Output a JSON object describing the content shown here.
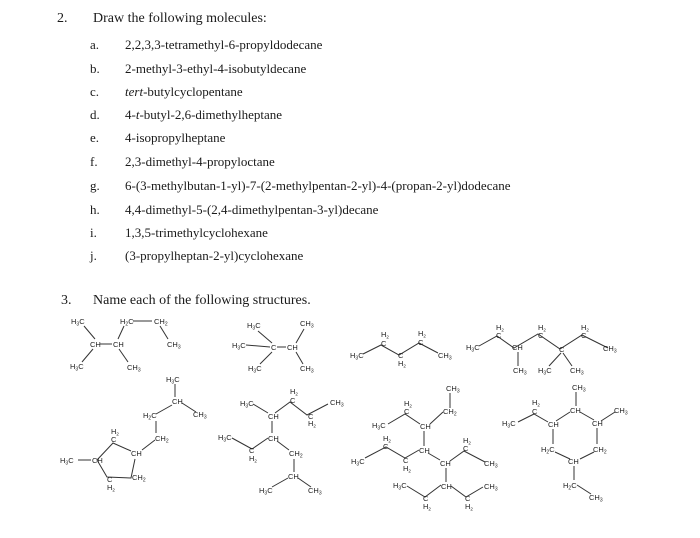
{
  "question2": {
    "number": "2.",
    "title": "Draw the following molecules:",
    "items": [
      {
        "label": "a.",
        "text": "2,2,3,3-tetramethyl-6-propyldodecane"
      },
      {
        "label": "b.",
        "text": "2-methyl-3-ethyl-4-isobutyldecane"
      },
      {
        "label": "c.",
        "text_italic": "tert",
        "text": "-butylcyclopentane"
      },
      {
        "label": "d.",
        "text_prefix": "4-",
        "text_italic": "t",
        "text": "-butyl-2,6-dimethylheptane"
      },
      {
        "label": "e.",
        "text": "4-isopropylheptane"
      },
      {
        "label": "f.",
        "text": "2,3-dimethyl-4-propyloctane"
      },
      {
        "label": "g.",
        "text": "6-(3-methylbutan-1-yl)-7-(2-methylpentan-2-yl)-4-(propan-2-yl)dodecane"
      },
      {
        "label": "h.",
        "text": "4,4-dimethyl-5-(2,4-dimethylpentan-3-yl)decane"
      },
      {
        "label": "i.",
        "text": "1,3,5-trimethylcyclohexane"
      },
      {
        "label": "j.",
        "text": "(3-propylheptan-2-yl)cyclohexane"
      }
    ]
  },
  "question3": {
    "number": "3.",
    "title": "Name each of the following structures.",
    "structures": [
      {
        "id": "s1",
        "description": "2,3-dimethylpentane condensed structure",
        "labels": [
          "H3C",
          "H2C",
          "CH2",
          "CH",
          "CH",
          "CH3",
          "H3C",
          "CH3"
        ]
      },
      {
        "id": "s2",
        "description": "2,2,3-trimethylbutane",
        "labels": [
          "H3C",
          "CH3",
          "H3C",
          "C",
          "CH",
          "H3C",
          "CH3"
        ]
      },
      {
        "id": "s3",
        "description": "pentane",
        "labels": [
          "H3C",
          "H2",
          "C",
          "C",
          "H2",
          "H2",
          "C",
          "CH3"
        ]
      },
      {
        "id": "s4",
        "description": "branched heptane with quaternary carbon",
        "labels": [
          "H3C",
          "H2",
          "C",
          "CH",
          "CH3",
          "H2",
          "C",
          "C",
          "H3C",
          "CH3",
          "H2",
          "C",
          "CH3"
        ]
      },
      {
        "id": "s5",
        "description": "substituted cyclopentane with isobutyl",
        "labels": [
          "H3C",
          "CH",
          "CH3",
          "H2C",
          "CH2",
          "H2",
          "C",
          "CH",
          "H3C",
          "CH",
          "CH2",
          "C",
          "H2"
        ]
      },
      {
        "id": "s6",
        "description": "branched alkane",
        "labels": [
          "H3C",
          "H2",
          "C",
          "CH3",
          "CH",
          "C",
          "H2",
          "H3C",
          "CH",
          "C",
          "H2",
          "CH2",
          "CH",
          "H3C",
          "CH3"
        ]
      },
      {
        "id": "s7",
        "description": "highly branched alkane",
        "labels": [
          "CH3",
          "H2",
          "C",
          "CH2",
          "H3C",
          "CH",
          "H2",
          "C",
          "CH",
          "H2",
          "C",
          "H3C",
          "C",
          "H2",
          "CH",
          "CH3",
          "H3C",
          "CH",
          "CH3",
          "C",
          "H2",
          "C",
          "H2"
        ]
      },
      {
        "id": "s8",
        "description": "substituted cyclohexane",
        "labels": [
          "CH3",
          "H2",
          "C",
          "CH",
          "CH3",
          "H3C",
          "CH",
          "CH",
          "H2C",
          "CH2",
          "CH",
          "H2C",
          "CH3"
        ]
      }
    ]
  }
}
